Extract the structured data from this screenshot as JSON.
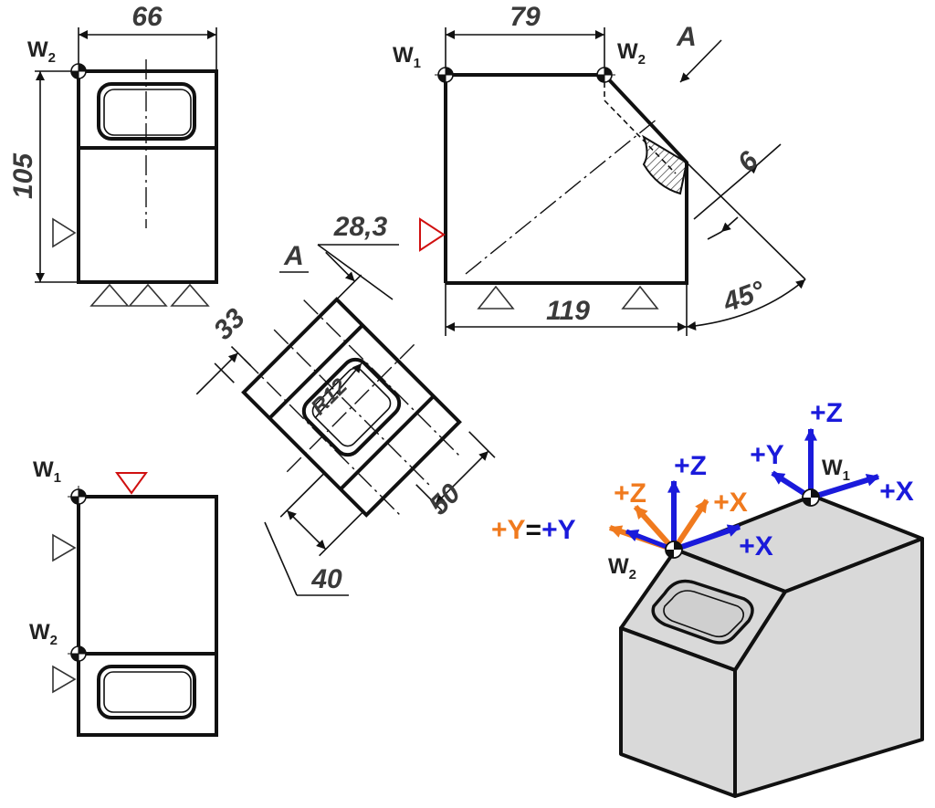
{
  "dimensions": {
    "width_66": "66",
    "height_105": "105",
    "width_79": "79",
    "width_119": "119",
    "depth_6": "6",
    "angle_45": "45°",
    "dim_28_3": "28,3",
    "dim_33": "33",
    "radius": "R12",
    "dim_50": "50",
    "dim_40": "40"
  },
  "labels": {
    "view_a_arrow": "A",
    "view_a_title": "A",
    "datum_w": "W",
    "sub_1": "1",
    "sub_2": "2"
  },
  "axes": {
    "w1_z": "+Z",
    "w1_y": "+Y",
    "w1_x": "+X",
    "w2_z_blue": "+Z",
    "w2_x_blue": "+X",
    "w2_z_orange": "+Z",
    "w2_x_orange": "+X",
    "y_eq_left": "+Y",
    "y_eq_sign": "=",
    "y_eq_right": "+Y"
  },
  "colors": {
    "blue_axes": "#1a1adb",
    "orange_axes": "#f07a1e",
    "support_red": "#d01010",
    "part_fill": "#d9d9d9"
  }
}
